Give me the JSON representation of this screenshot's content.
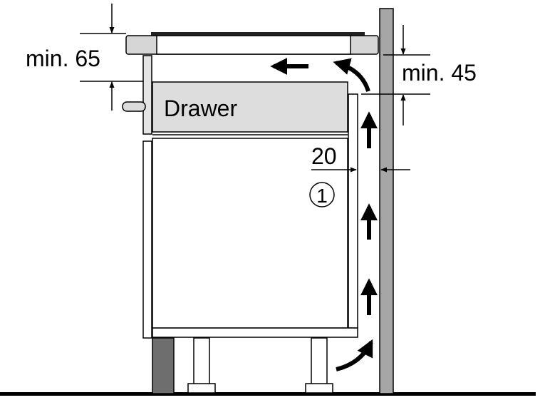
{
  "labels": {
    "drawer": "Drawer",
    "min_top": "min. 65",
    "min_right": "min. 45",
    "gap": "20",
    "callout": "①"
  },
  "colors": {
    "line": "#000000",
    "panel_gray": "#dddddd",
    "hob_gray": "#d0d0d0",
    "wall_gray": "#a6a6a6",
    "plinth_dark": "#6e6e6e",
    "background": "#ffffff"
  },
  "icons": {
    "airflow": "arrow-icon",
    "dimension": "dimension-arrow-icon"
  }
}
